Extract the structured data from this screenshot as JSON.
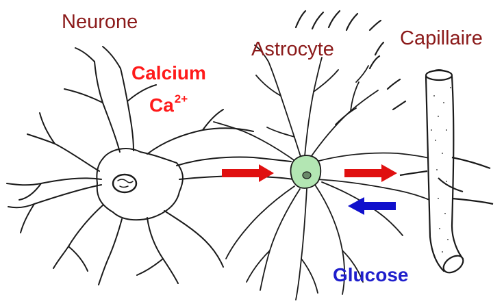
{
  "labels": {
    "neurone": "Neurone",
    "astrocyte": "Astrocyte",
    "capillaire": "Capillaire",
    "calcium": "Calcium",
    "ca_symbol": "Ca",
    "ca_charge": "2+",
    "glucose": "Glucose"
  },
  "colors": {
    "ink": "#1a1a1a",
    "label_dark": "#8b1a1a",
    "calcium": "#ff1a1a",
    "glucose": "#1f1fcc",
    "astrocyte_body": "#b3e6b3",
    "arrow_red": "#e01010",
    "arrow_blue": "#1010cc"
  },
  "arrows": [
    {
      "name": "calcium-arrow-neuron-to-astrocyte",
      "color": "arrow_red",
      "direction": "right"
    },
    {
      "name": "calcium-arrow-astrocyte-to-capillary",
      "color": "arrow_red",
      "direction": "right"
    },
    {
      "name": "glucose-arrow-capillary-to-astrocyte",
      "color": "arrow_blue",
      "direction": "left"
    }
  ]
}
